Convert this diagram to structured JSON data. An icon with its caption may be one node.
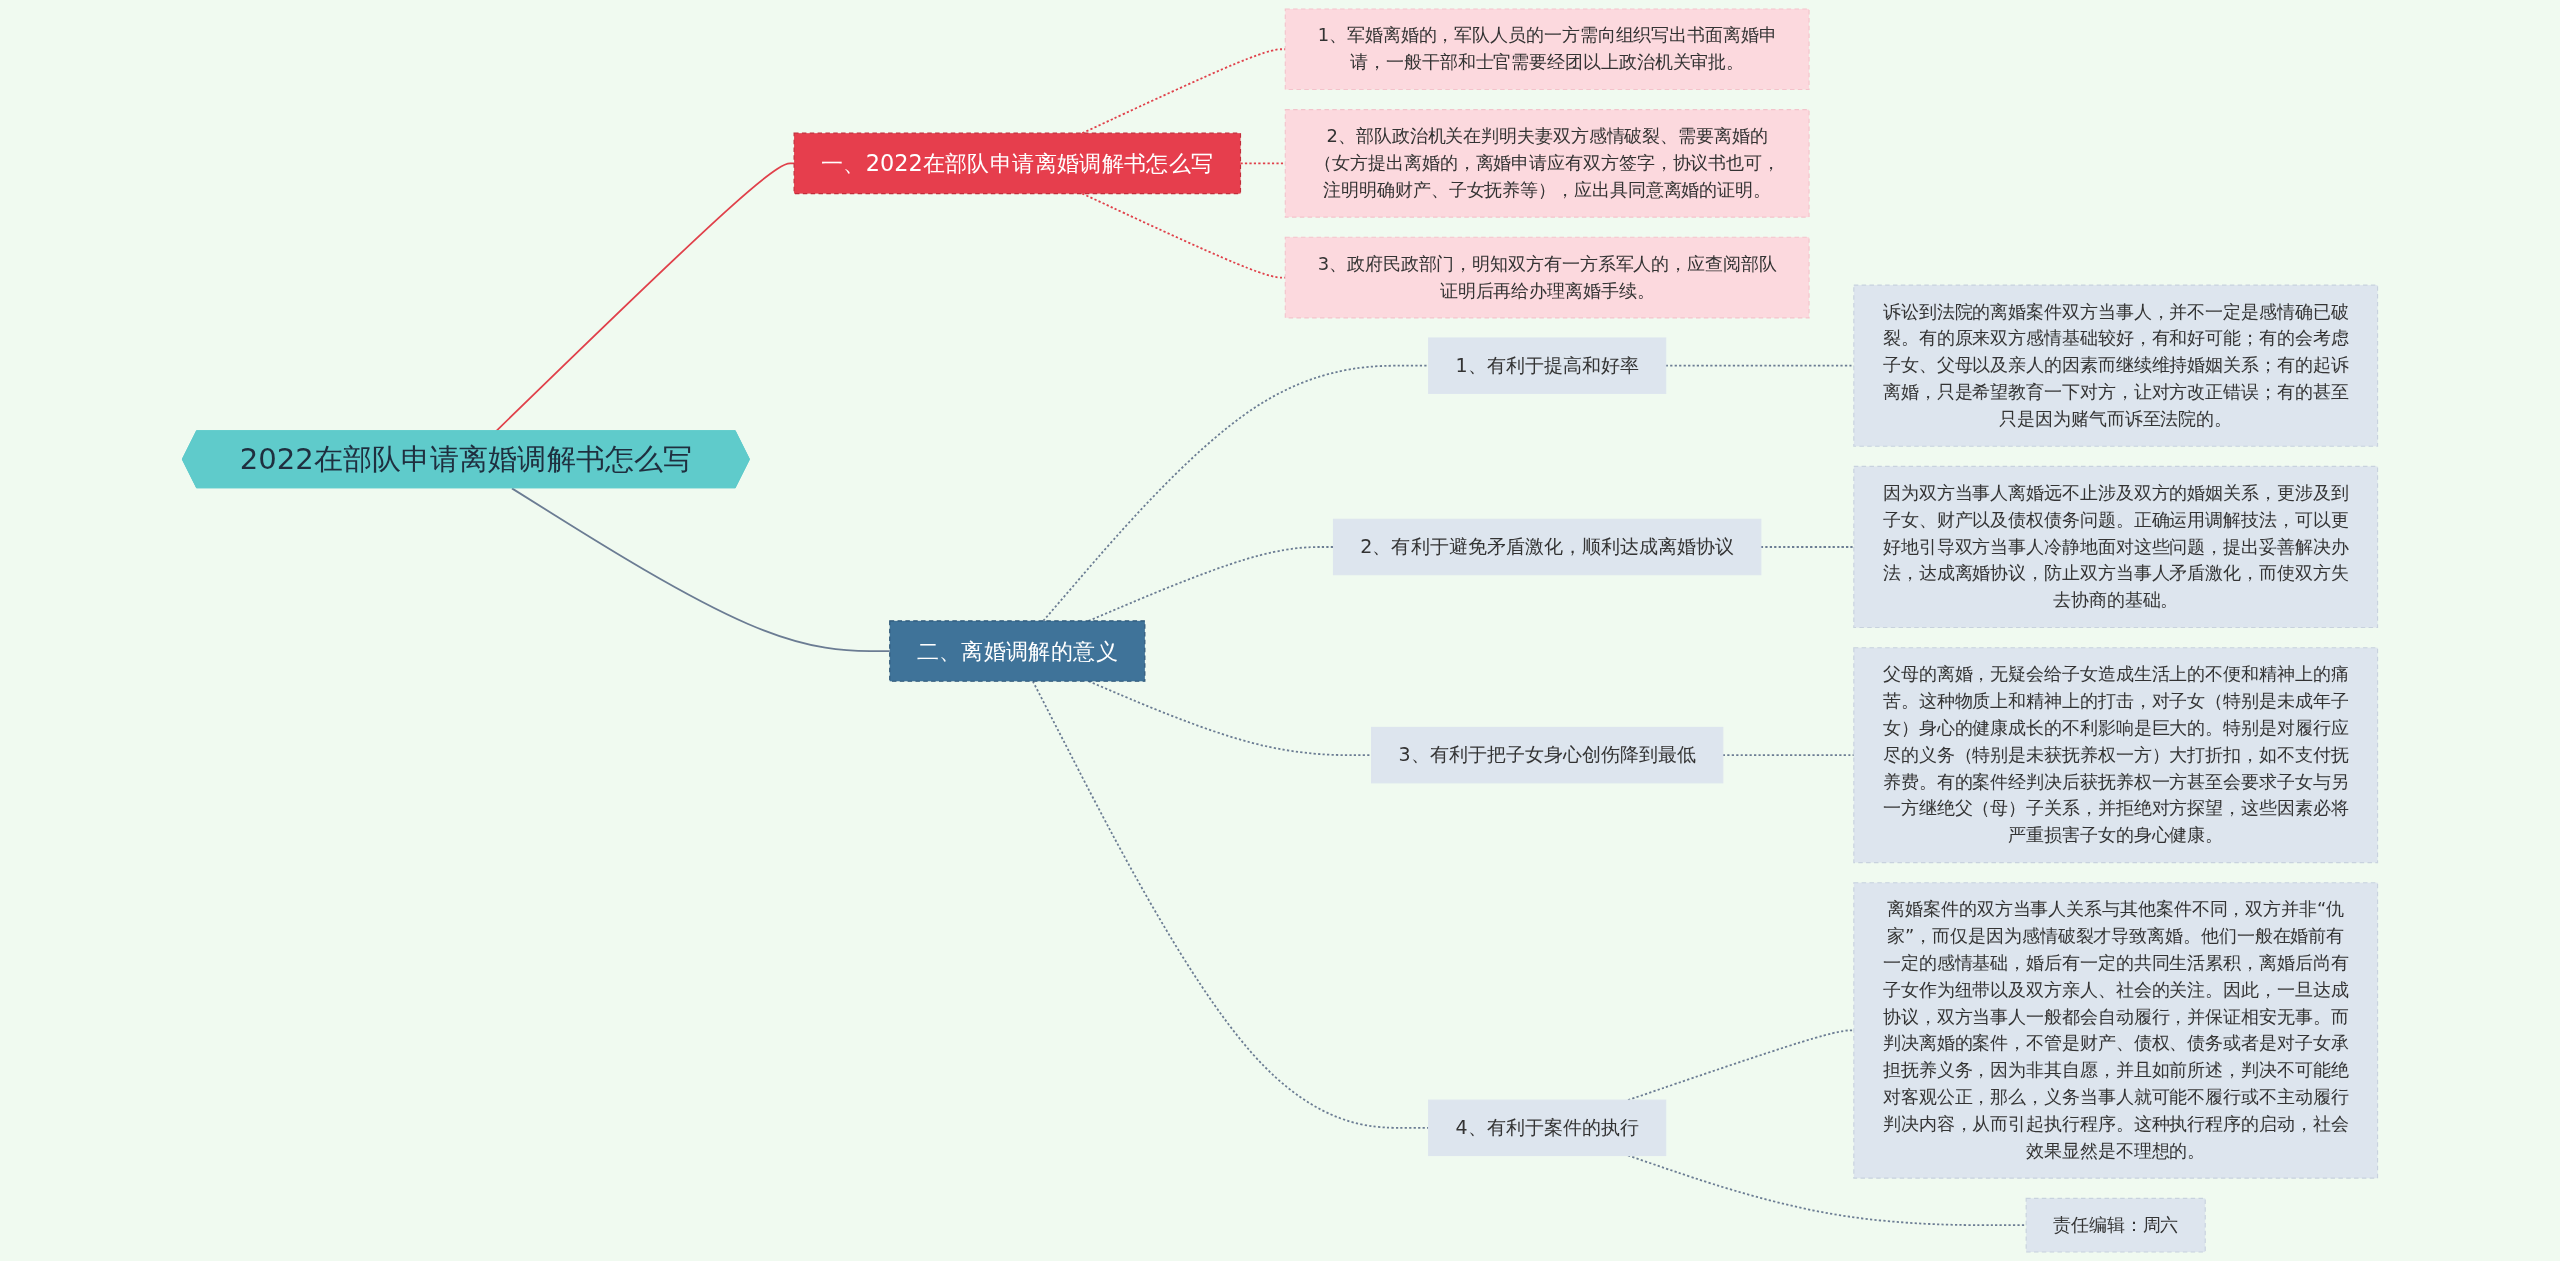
{
  "diagram": {
    "nodes": [
      {
        "text": [
          "2022在部队申请离婚调解书怎么写"
        ]
      },
      {
        "text": [
          "一、2022在部队申请离婚调解书怎么写"
        ]
      },
      {
        "text": [
          "1、军婚离婚的，军队人员的一方需向组织写出书面离婚申请，一般干部和士官需要经团以上政治机关审批。"
        ]
      },
      {
        "text": [
          "2、部队政治机关在判明夫妻双方感情破裂、需要离婚的（女方提出离婚的，离婚申请应有双方签字，协议书也可，注明明确财产、子女抚养等），应出具同意离婚的证明。"
        ]
      },
      {
        "text": [
          "3、政府民政部门，明知双方有一方系军人的，应查阅部队证明后再给办理离婚手续。"
        ]
      },
      {
        "text": [
          "二、离婚调解的意义"
        ]
      },
      {
        "text": [
          "1、有利于提高和好率"
        ]
      },
      {
        "text": [
          "诉讼到法院的离婚案件双方当事人，并不一定是感情确已破裂。有的原来双方感情基础较好，有和好可能；有的会考虑子女、父母以及亲人的因素而继续维持婚姻关系；有的起诉离婚，只是希望教育一下对方，让对方改正错误；有的甚至只是因为赌气而诉至法院的。"
        ]
      },
      {
        "text": [
          "2、有利于避免矛盾激化，顺利达成离婚协议"
        ]
      },
      {
        "text": [
          "因为双方当事人离婚远不止涉及双方的婚姻关系，更涉及到子女、财产以及债权债务问题。正确运用调解技法，可以更好地引导双方当事人冷静地面对这些问题，提出妥善解决办法，达成离婚协议，防止双方当事人矛盾激化，而使双方失去协商的基础。"
        ]
      },
      {
        "text": [
          "3、有利于把子女身心创伤降到最低"
        ]
      },
      {
        "text": [
          "父母的离婚，无疑会给子女造成生活上的不便和精神上的痛苦。这种物质上和精神上的打击，对子女（特别是未成年子女）身心的健康成长的不利影响是巨大的。特别是对履行应尽的义务（特别是未获抚养权一方）大打折扣，如不支付抚养费。有的案件经判决后获抚养权一方甚至会要求子女与另一方继绝父（母）子关系，并拒绝对方探望，这些因素必将严重损害子女的身心健康。"
        ]
      },
      {
        "text": [
          "4、有利于案件的执行"
        ]
      },
      {
        "text": [
          "离婚案件的双方当事人关系与其他案件不同，双方并非“仇家”，而仅是因为感情破裂才导致离婚。他们一般在婚前有一定的感情基础，婚后有一定的共同生活累积，离婚后尚有子女作为纽带以及双方亲人、社会的关注。因此，一旦达成协议，双方当事人一般都会自动履行，并保证相安无事。而判决离婚的案件，不管是财产、债权、债务或者是对子女承担抚养义务，因为非其自愿，并且如前所述，判决不可能绝对客观公正，那么，义务当事人就可能不履行或不主动履行判决内容，从而引起执行程序。这种执行程序的启动，社会效果显然是不理想的。"
        ]
      },
      {
        "text": [
          "责任编辑：周六"
        ]
      }
    ],
    "edges": [
      {
        "from": 0,
        "to": 1,
        "arrow": "none",
        "color": "#e0404a"
      },
      {
        "from": 1,
        "to": 2,
        "arrow": "none",
        "style": "dashed",
        "color": "#e0404a"
      },
      {
        "from": 1,
        "to": 3,
        "arrow": "none",
        "style": "dashed",
        "color": "#e0404a"
      },
      {
        "from": 1,
        "to": 4,
        "arrow": "none",
        "style": "dashed",
        "color": "#e0404a"
      },
      {
        "from": 0,
        "to": 5,
        "arrow": "none"
      },
      {
        "from": 5,
        "to": 6,
        "arrow": "none",
        "style": "dashed"
      },
      {
        "from": 6,
        "to": 7,
        "arrow": "none",
        "style": "dashed"
      },
      {
        "from": 5,
        "to": 8,
        "arrow": "none",
        "style": "dashed"
      },
      {
        "from": 8,
        "to": 9,
        "arrow": "none",
        "style": "dashed"
      },
      {
        "from": 5,
        "to": 10,
        "arrow": "none",
        "style": "dashed"
      },
      {
        "from": 10,
        "to": 11,
        "arrow": "none",
        "style": "dashed"
      },
      {
        "from": 5,
        "to": 12,
        "arrow": "none",
        "style": "dashed"
      },
      {
        "from": 12,
        "to": 13,
        "arrow": "none",
        "style": "dashed"
      },
      {
        "from": 12,
        "to": 14,
        "arrow": "none",
        "style": "dashed"
      }
    ]
  }
}
